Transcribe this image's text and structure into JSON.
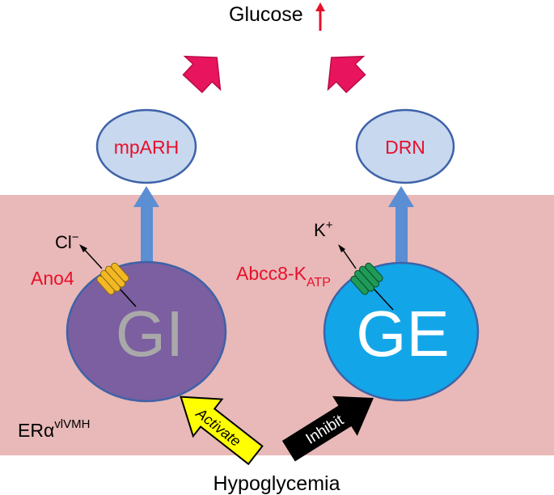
{
  "title": {
    "text": "Glucose",
    "arrow_color": "#e8102a"
  },
  "region": {
    "label_main": "ERα",
    "label_sup": "vlVMH",
    "fill": "#e8b9b8"
  },
  "targets": {
    "left": {
      "label": "mpARH",
      "fill": "#c7d8ef",
      "text_color": "#e8102a"
    },
    "right": {
      "label": "DRN",
      "fill": "#c7d8ef",
      "text_color": "#e8102a"
    }
  },
  "neurons": {
    "gi": {
      "label": "GI",
      "fill": "#7b5fa0",
      "text_color": "#a9a9a9"
    },
    "ge": {
      "label": "GE",
      "fill": "#12a6e8",
      "text_color": "#ffffff"
    }
  },
  "channels": {
    "left": {
      "name": "Ano4",
      "ion": "Cl",
      "ion_sup": "−",
      "color": "#f3b824",
      "name_color": "#e8102a"
    },
    "right": {
      "name_main": "Abcc8-K",
      "name_sub": "ATP",
      "ion": "K",
      "ion_sup": "+",
      "color": "#1f9a57",
      "name_color": "#e8102a"
    }
  },
  "signals": {
    "activate": {
      "label": "Activate",
      "fill": "#ffff00",
      "text_color": "#000000"
    },
    "inhibit": {
      "label": "Inhibit",
      "fill": "#000000",
      "text_color": "#ffffff"
    }
  },
  "stimulus": {
    "label": "Hypoglycemia"
  },
  "colors": {
    "big_arrow": "#e8145e",
    "connector": "#5b8ed3",
    "outline": "#3e62a8"
  }
}
